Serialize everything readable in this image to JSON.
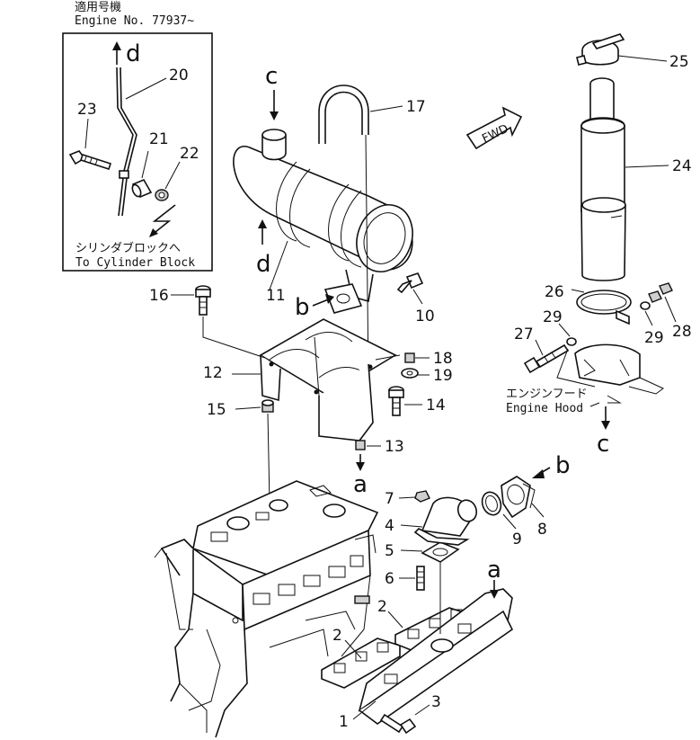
{
  "header": {
    "applicable_label": "適用号機",
    "engine_no": "Engine No. 77937~"
  },
  "inset": {
    "note_jp": "シリンダブロックへ",
    "note_en": "To Cylinder Block"
  },
  "hood_note": {
    "jp": "エンジンフード",
    "en": "Engine Hood"
  },
  "fwd_label": "FWD",
  "callouts": {
    "p1": "1",
    "p2a": "2",
    "p2b": "2",
    "p3": "3",
    "p4": "4",
    "p5": "5",
    "p6": "6",
    "p7": "7",
    "p8": "8",
    "p9": "9",
    "p10": "10",
    "p11": "11",
    "p12": "12",
    "p13": "13",
    "p14": "14",
    "p15": "15",
    "p16": "16",
    "p17": "17",
    "p18": "18",
    "p19": "19",
    "p20": "20",
    "p21": "21",
    "p22": "22",
    "p23": "23",
    "p24": "24",
    "p25": "25",
    "p26": "26",
    "p27": "27",
    "p28": "28",
    "p29a": "29",
    "p29b": "29"
  },
  "refs": {
    "a_top": "a",
    "a_bottom": "a",
    "b_left": "b",
    "b_right": "b",
    "c_top": "c",
    "c_bottom": "c",
    "d_inset": "d",
    "d_main": "d"
  }
}
